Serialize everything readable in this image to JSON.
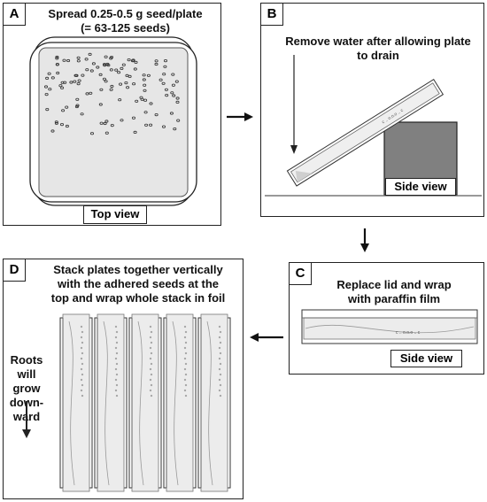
{
  "panel_a": {
    "letter": "A",
    "title_line1": "Spread 0.25-0.5 g seed/plate",
    "title_line2": "(= 63-125 seeds)",
    "view_label": "Top view"
  },
  "panel_b": {
    "letter": "B",
    "instruction_line1": "Remove water after allowing plate",
    "instruction_line2": "to drain",
    "view_label": "Side view"
  },
  "panel_c": {
    "letter": "C",
    "instruction_line1": "Replace lid and wrap",
    "instruction_line2": "with paraffin film",
    "view_label": "Side view"
  },
  "panel_d": {
    "letter": "D",
    "instruction_line1": "Stack plates together vertically",
    "instruction_line2": "with the adhered seeds at the",
    "instruction_line3": "top and wrap whole stack in foil",
    "roots_line1": "Roots",
    "roots_line2": "will",
    "roots_line3": "grow",
    "roots_line4": "down-",
    "roots_line5": "ward"
  },
  "colors": {
    "outline": "#222222",
    "plate_fill": "#e6e6e6",
    "block_fill": "#808080",
    "floor": "#999999"
  }
}
